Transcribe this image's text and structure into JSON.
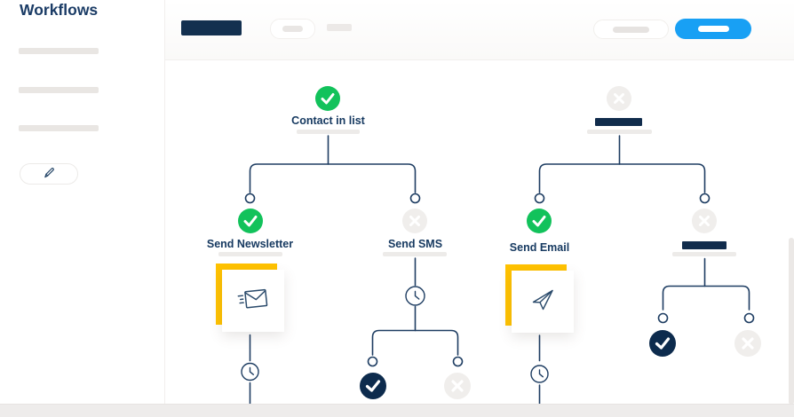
{
  "app": {
    "sidebar_title": "Workflows"
  },
  "sidebar": {
    "skeleton_items": 3,
    "edit_button_icon": "pencil-icon"
  },
  "toolbar": {
    "title_placeholder": true,
    "toggle_placeholder": true,
    "secondary_button_placeholder": true,
    "primary_button_placeholder": true
  },
  "workflow": {
    "nodes": {
      "contact": {
        "label": "Contact in list",
        "status": "success"
      },
      "newsletter": {
        "label": "Send Newsletter",
        "status": "success",
        "card_icon": "envelope-icon"
      },
      "sms": {
        "label": "Send SMS",
        "status": "skipped"
      },
      "email": {
        "label": "Send Email",
        "status": "success",
        "card_icon": "paper-plane-icon"
      },
      "placeholder_root_right": {
        "label": "",
        "status": "skipped"
      },
      "placeholder_branch_right": {
        "label": "",
        "status": "skipped"
      },
      "sms_branch_left": {
        "status": "done"
      },
      "sms_branch_right": {
        "status": "skipped"
      },
      "right_branch_left": {
        "status": "done"
      },
      "right_branch_right": {
        "status": "skipped"
      }
    },
    "wait_steps": 3
  },
  "colors": {
    "navy_text": "#173a61",
    "navy_fill": "#0d2b4d",
    "connector": "#1e3d62",
    "success_green": "#12c25b",
    "skipped_grey": "#f0eeec",
    "accent_yellow": "#ffc200",
    "primary_blue": "#18a0f4",
    "skeleton_grey": "#e9e6e3",
    "footer_grey": "#eeeceb"
  }
}
